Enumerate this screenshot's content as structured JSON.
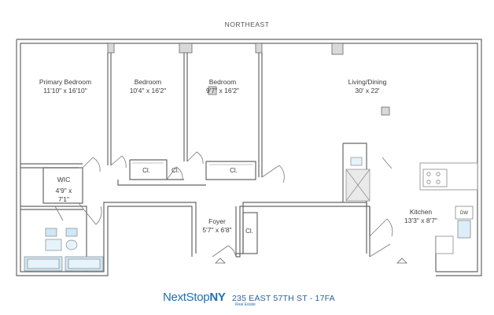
{
  "compass_label": "NORTHEAST",
  "rooms": {
    "primary": {
      "name": "Primary Bedroom",
      "size": "11'10\" x 16'10\""
    },
    "bed2": {
      "name": "Bedroom",
      "size": "10'4\" x 16'2\""
    },
    "bed3": {
      "name": "Bedroom",
      "size": "9'7\" x 16'2\""
    },
    "living": {
      "name": "Living/Dining",
      "size": "30' x 22'"
    },
    "wic": {
      "name": "WIC",
      "size_a": "4'9\" x",
      "size_b": "7'1\""
    },
    "foyer": {
      "name": "Foyer",
      "size": "5'7\" x 6'8\""
    },
    "kitchen": {
      "name": "Kitchen",
      "size": "13'3\" x 8'7\""
    }
  },
  "closets": {
    "c1": "Cl.",
    "c2": "Cl.",
    "c3": "Cl.",
    "c4": "Cl."
  },
  "fixtures": {
    "dishwasher": "DW"
  },
  "brand": {
    "name_light": "NextStop",
    "name_bold": "NY",
    "sub": "Real Estate",
    "address": "235 EAST 57TH ST - 17FA"
  }
}
